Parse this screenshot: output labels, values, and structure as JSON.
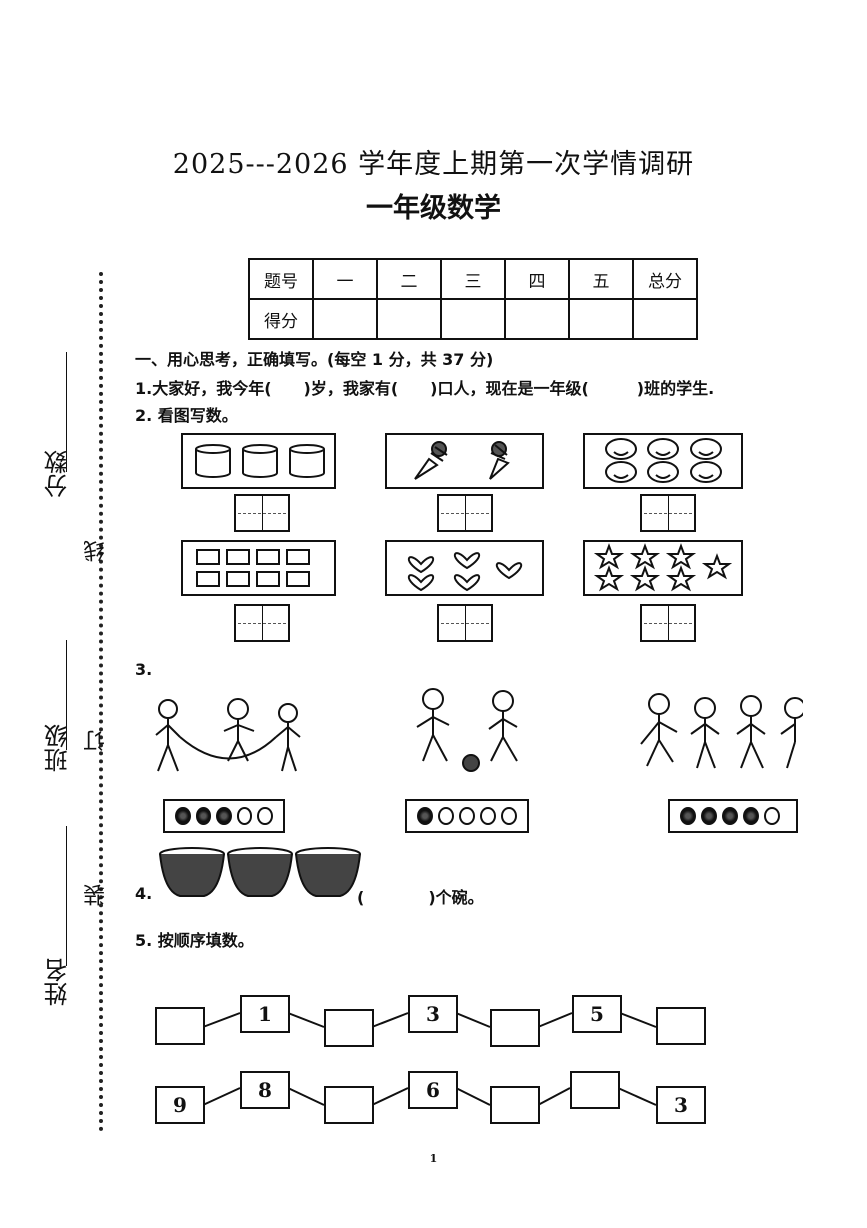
{
  "header": {
    "title": "2025---2026 学年度上期第一次学情调研",
    "subtitle": "一年级数学"
  },
  "score_table": {
    "row1": [
      "题号",
      "一",
      "二",
      "三",
      "四",
      "五",
      "总分"
    ],
    "row2_label": "得分"
  },
  "side": {
    "fenshu": "分数",
    "banji": "班级",
    "xingming": "姓名",
    "xian": "线",
    "ding": "订",
    "zhuang": "装"
  },
  "section1": {
    "heading": "一、用心思考，正确填写。(每空 1 分，共 37 分)",
    "q1": "1.大家好，我今年(　　)岁，我家有(　　)口人，现在是一年级(　　　)班的学生.",
    "q2": "2.  看图写数。",
    "q3": "3.",
    "q4_num": "4.",
    "q4_text": "(　　　　)个碗。",
    "q5": "5.  按顺序填数。"
  },
  "q3_dots": [
    {
      "filled": 3,
      "total": 5
    },
    {
      "filled": 1,
      "total": 5
    },
    {
      "filled": 4,
      "total": 5
    }
  ],
  "seq_row1": [
    "",
    "1",
    "",
    "3",
    "",
    "5",
    ""
  ],
  "seq_row2": [
    "9",
    "8",
    "",
    "6",
    "",
    "",
    "3"
  ],
  "footer": {
    "page": "1"
  }
}
